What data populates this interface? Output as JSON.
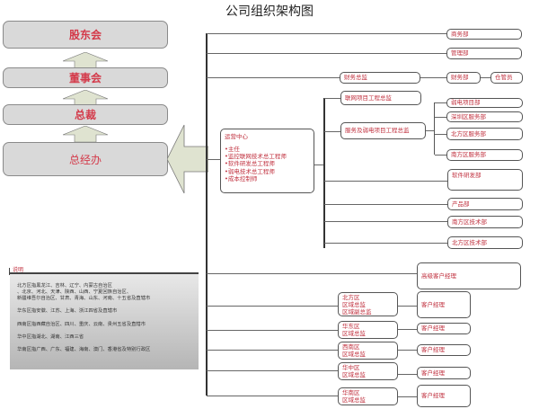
{
  "title": "公司组织架构图",
  "hierarchy": [
    {
      "label": "股东会"
    },
    {
      "label": "董事会"
    },
    {
      "label": "总裁"
    },
    {
      "label": "总经办"
    }
  ],
  "operations_center": {
    "title": "运营中心",
    "items": [
      "•主任",
      "•监控联网技术总工程师",
      "•软件研发总工程师",
      "•弱电技术总工程师",
      "•成本控制师"
    ]
  },
  "right_nodes": {
    "business_dept": "商务部",
    "management_dept": "管理部",
    "finance_director": "财务总监",
    "finance_dept": "财务部",
    "warehouse": "仓管员",
    "network_project_director": "联网项目工程总监",
    "service_weak_current_director": "服务及弱电项目工程总监",
    "weak_current_project_dept": "弱电项目部",
    "shenzhen_service_dept": "深圳区服务部",
    "north_service_dept": "北方区服务部",
    "south_service_dept": "南方区服务部",
    "software_rd_dept": "软件研发部",
    "product_dept": "产品部",
    "south_tech_dept": "南方区技术部",
    "north_tech_dept": "北方区技术部",
    "senior_account_manager": "高级客户经理"
  },
  "regions": [
    {
      "lines": [
        "北方区",
        "区域总监",
        "区域副总监"
      ],
      "manager": "客户经理"
    },
    {
      "lines": [
        "华东区",
        "区域总监"
      ],
      "manager": "客户经理"
    },
    {
      "lines": [
        "西南区",
        "区域总监"
      ],
      "manager": "客户经理"
    },
    {
      "lines": [
        "华中区",
        "区域总监"
      ],
      "manager": "客户经理"
    },
    {
      "lines": [
        "华南区",
        "区域总监"
      ],
      "manager": "客户经理"
    }
  ],
  "legend": {
    "label": "说明",
    "lines": [
      "北方区指黑龙江、吉林、辽宁、内蒙古自治区",
      "、北京、河北、天津、陕西、山西、宁夏回族自治区、",
      "新疆维吾尔自治区、甘肃、青海、山东、河南、十五省及直辖市",
      "",
      "华东区指安徽、江苏、上海、浙江四省及直辖市",
      "",
      "西南区指西藏自治区、四川、重庆、云南、贵州五省及直辖市",
      "",
      "华中区指湖北、湖南、江西三省",
      "",
      "华南区指广西、广东、福建、海南、澳门、香港省及特别行政区"
    ]
  },
  "colors": {
    "text_red": "#c0303e",
    "box_gray": "#d9d9d9",
    "arrow_fill": "#dfe3d0"
  }
}
